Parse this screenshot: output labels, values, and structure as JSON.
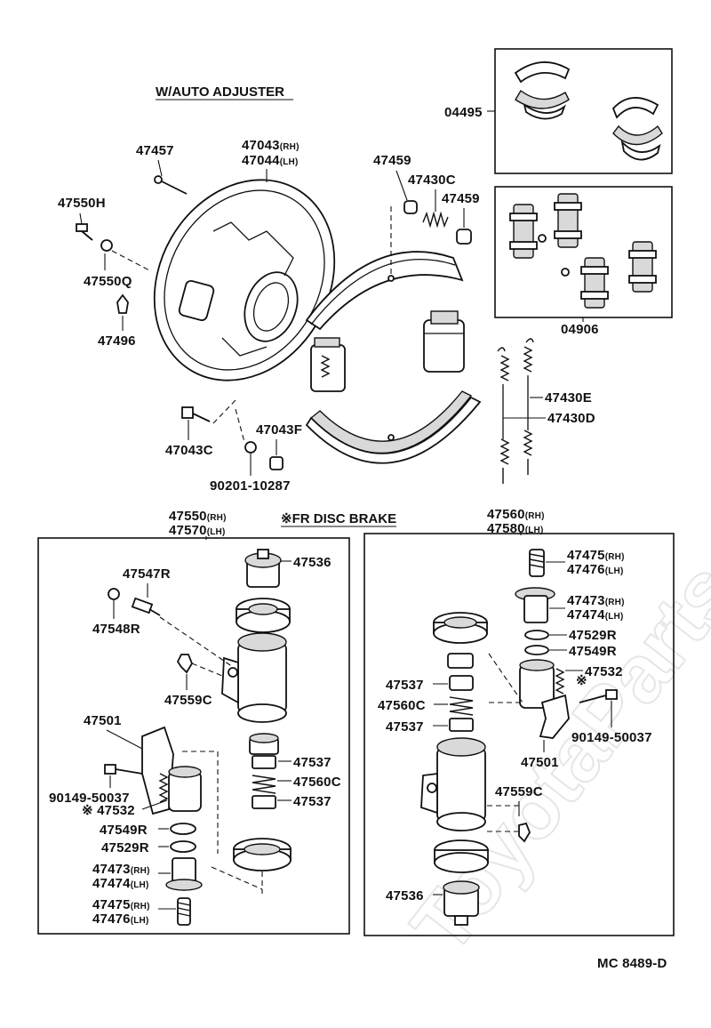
{
  "watermark": "ToyotaParts.ru",
  "headers": {
    "auto_adjuster": "W/AUTO ADJUSTER",
    "fr_disc_brake": "※FR DISC BRAKE",
    "diagram_code": "MC 8489-D"
  },
  "labels": {
    "p04495": "04495",
    "p04906": "04906",
    "p47457": "47457",
    "p47043rh": "47043",
    "p47044lh": "47044",
    "p47550h": "47550H",
    "p47550q": "47550Q",
    "p47496": "47496",
    "p47459a": "47459",
    "p47430c": "47430C",
    "p47459b": "47459",
    "p47430e": "47430E",
    "p47430d": "47430D",
    "p47043c": "47043C",
    "p47043f": "47043F",
    "p90201": "90201-10287",
    "p47550rh": "47550",
    "p47570lh": "47570",
    "p47560rh": "47560",
    "p47580lh": "47580",
    "l47536": "47536",
    "l47547r": "47547R",
    "l47548r": "47548R",
    "l47559c": "47559C",
    "l47501": "47501",
    "l90149": "90149-50037",
    "l47532": "※ 47532",
    "l47549r": "47549R",
    "l47529r": "47529R",
    "l47473": "47473",
    "l47474": "47474",
    "l47475": "47475",
    "l47476": "47476",
    "l47537a": "47537",
    "l47560c": "47560C",
    "l47537b": "47537",
    "r47475": "47475",
    "r47476": "47476",
    "r47473": "47473",
    "r47474": "47474",
    "r47529r": "47529R",
    "r47549r": "47549R",
    "r47532": "47532",
    "r47537a": "47537",
    "r47560c": "47560C",
    "r47537b": "47537",
    "r90149": "90149-50037",
    "r47501": "47501",
    "r47559c": "47559C",
    "r47536": "47536"
  },
  "suffix": {
    "rh": "(RH)",
    "lh": "(LH)"
  },
  "marks": {
    "asterisk": "※"
  }
}
